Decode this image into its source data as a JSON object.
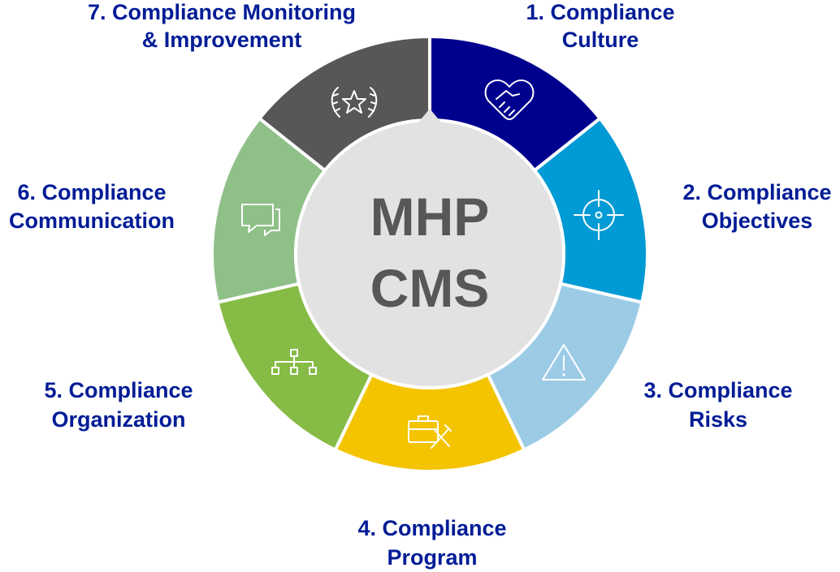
{
  "center": {
    "line1": "MHP",
    "line2": "CMS",
    "fill": "#e2e2e2",
    "text_color": "#575757"
  },
  "label_color": "#001c96",
  "segments": [
    {
      "id": "culture",
      "line1": "1. Compliance",
      "line2": "Culture",
      "color": "#00008f",
      "icon": "handshake-icon"
    },
    {
      "id": "objectives",
      "line1": "2. Compliance",
      "line2": "Objectives",
      "color": "#009ad4",
      "icon": "target-icon"
    },
    {
      "id": "risks",
      "line1": "3. Compliance",
      "line2": "Risks",
      "color": "#9ccbe6",
      "icon": "warning-icon"
    },
    {
      "id": "program",
      "line1": "4. Compliance",
      "line2": "Program",
      "color": "#f4c400",
      "icon": "toolbox-icon"
    },
    {
      "id": "organization",
      "line1": "5. Compliance",
      "line2": "Organization",
      "color": "#86bb46",
      "icon": "org-chart-icon"
    },
    {
      "id": "communication",
      "line1": "6. Compliance",
      "line2": "Communication",
      "color": "#8fc088",
      "icon": "speech-bubbles-icon"
    },
    {
      "id": "monitoring",
      "line1": "7. Compliance Monitoring",
      "line2": "& Improvement",
      "color": "#575757",
      "icon": "laurel-star-icon"
    }
  ]
}
